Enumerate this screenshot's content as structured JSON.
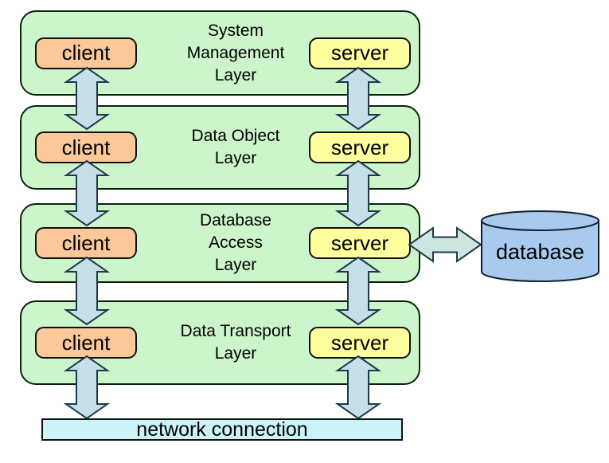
{
  "diagram": {
    "layers": [
      {
        "title": "System\nManagement\nLayer",
        "client_label": "client",
        "server_label": "server"
      },
      {
        "title": "Data Object\nLayer",
        "client_label": "client",
        "server_label": "server"
      },
      {
        "title": "Database\nAccess\nLayer",
        "client_label": "client",
        "server_label": "server"
      },
      {
        "title": "Data Transport\nLayer",
        "client_label": "client",
        "server_label": "server"
      }
    ],
    "database_label": "database",
    "network_label": "network connection"
  },
  "colors": {
    "layer_fill": "#cdf5cb",
    "client_fill": "#fbc89a",
    "server_fill": "#ffff9e",
    "arrow_vertical_fill": "#c8dfe9",
    "arrow_horizontal_fill": "#cde6df",
    "database_fill": "#a8caee",
    "network_fill": "#ccf3f8",
    "outline": "#000000"
  }
}
